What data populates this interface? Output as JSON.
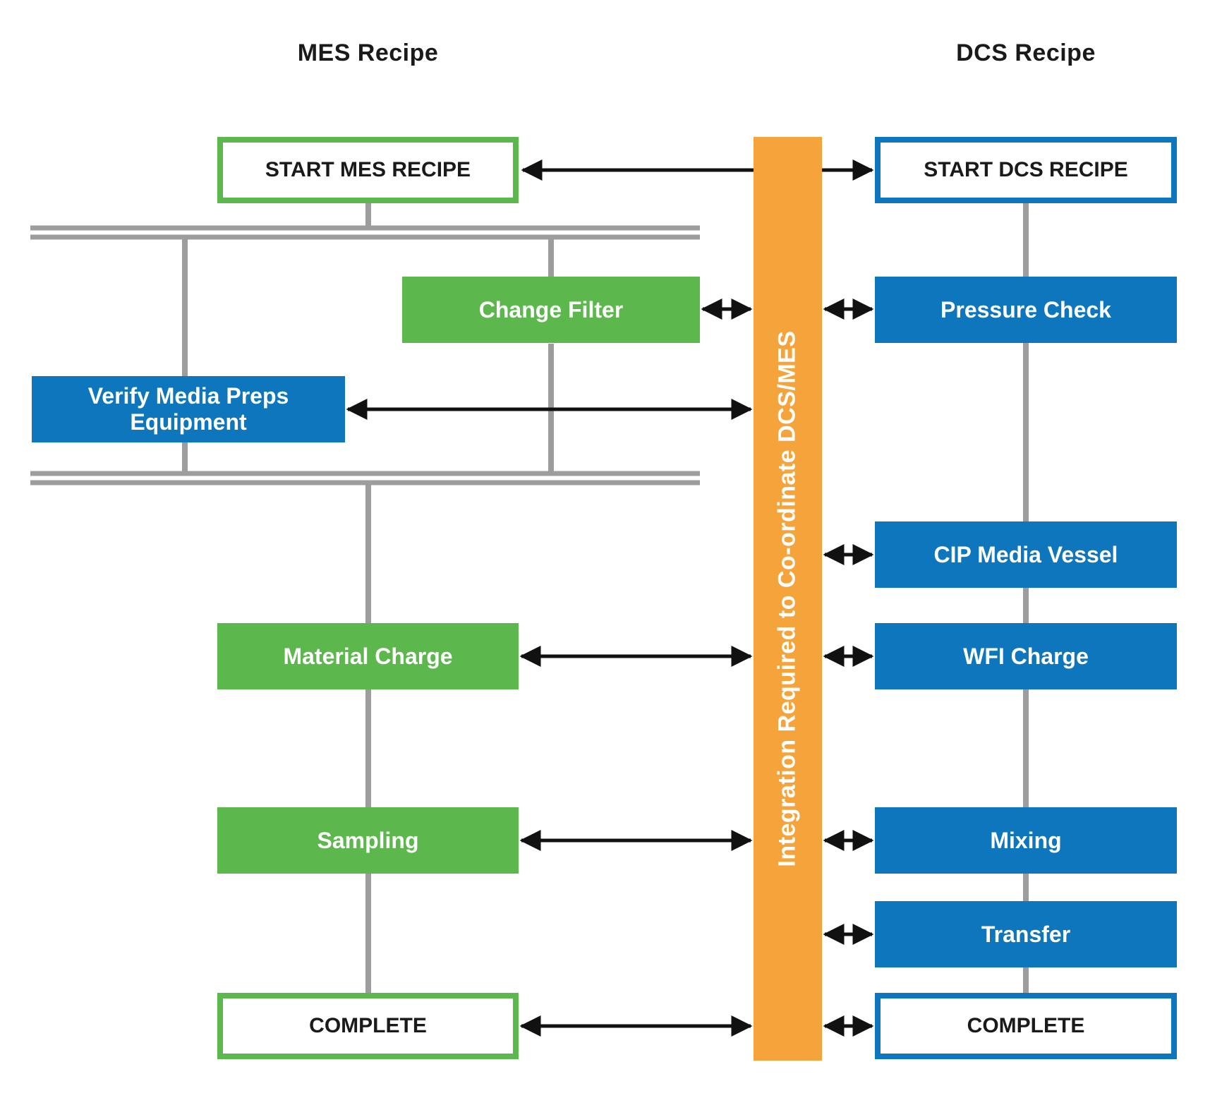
{
  "colors": {
    "green": "#5CB84D",
    "blue": "#0E76BC",
    "orange": "#F5A43C",
    "gray": "#9D9D9D",
    "black": "#111111"
  },
  "integration_bar": {
    "label": "Integration Required to Co-ordinate DCS/MES"
  },
  "mes_lane": {
    "title": "MES Recipe",
    "steps": {
      "start": "START MES RECIPE",
      "change_filter": "Change Filter",
      "verify_equipment": "Verify Media Preps Equipment",
      "material_charge": "Material Charge",
      "sampling": "Sampling",
      "complete": "COMPLETE"
    }
  },
  "dcs_lane": {
    "title": "DCS Recipe",
    "steps": {
      "start": "START DCS RECIPE",
      "pressure_check": "Pressure Check",
      "cip_media_vessel": "CIP Media Vessel",
      "wfi_charge": "WFI Charge",
      "mixing": "Mixing",
      "transfer": "Transfer",
      "complete": "COMPLETE"
    }
  }
}
